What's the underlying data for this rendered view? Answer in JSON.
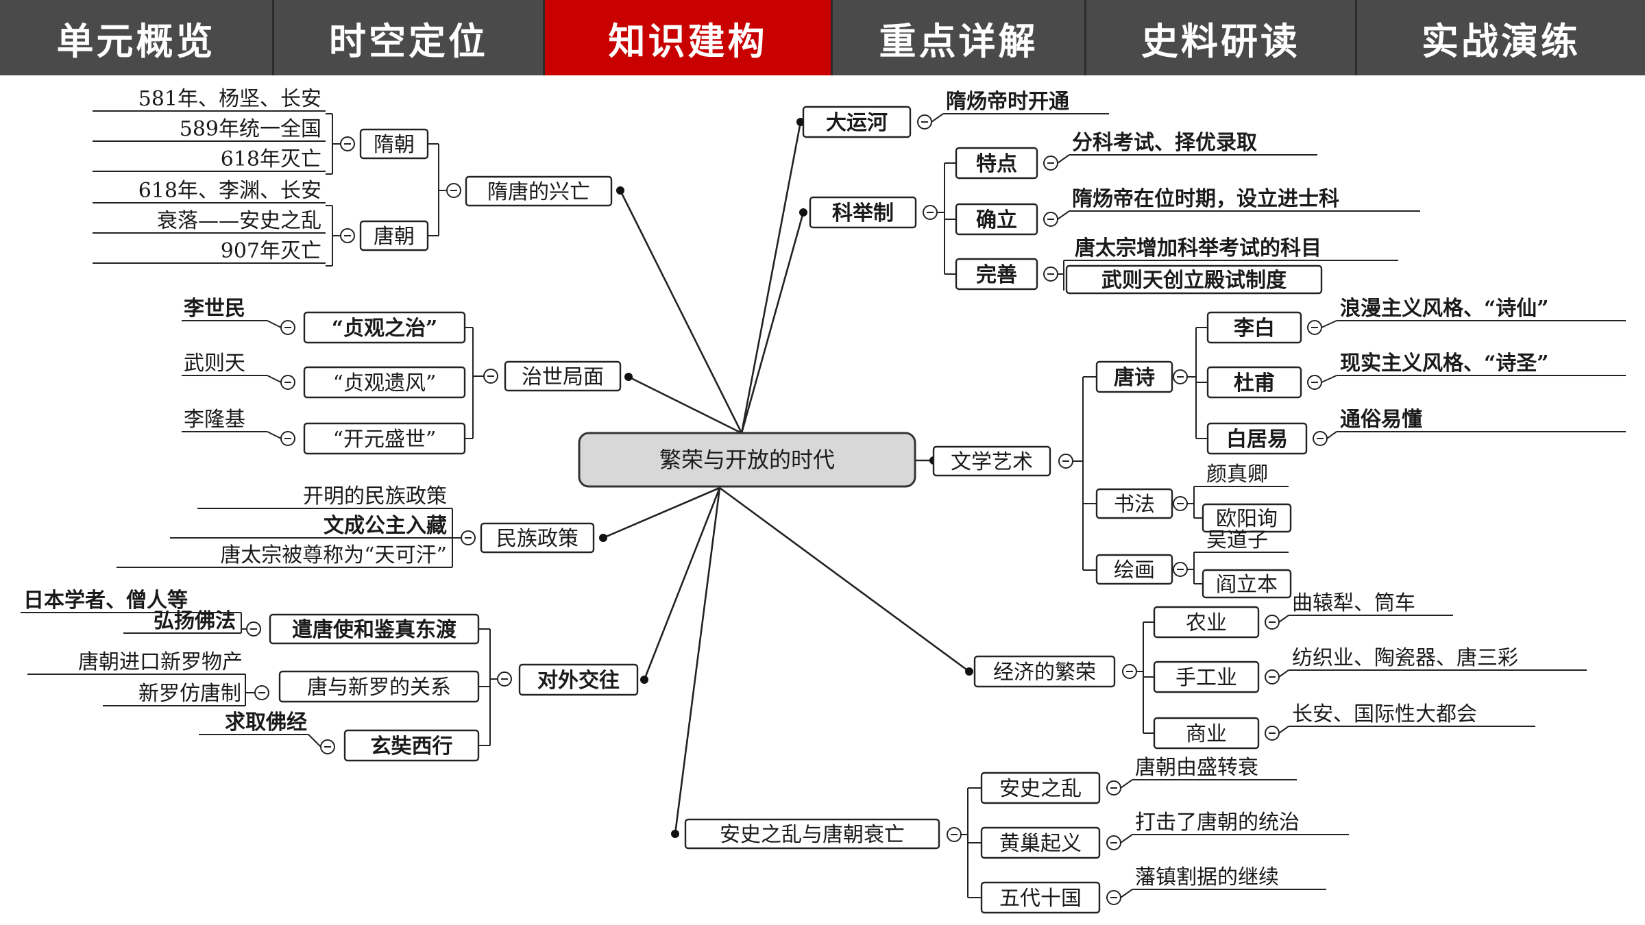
{
  "tabs": [
    {
      "label": "单元概览"
    },
    {
      "label": "时空定位"
    },
    {
      "label": "知识建构",
      "active": true
    },
    {
      "label": "重点详解"
    },
    {
      "label": "史料研读"
    },
    {
      "label": "实战演练"
    }
  ],
  "colors": {
    "nav_bg": "#4a4a4a",
    "active_tab": "#c80000",
    "center_fill": "#d8d8d8"
  },
  "mindmap": {
    "center": "繁荣与开放的时代",
    "sui_tang": {
      "label": "隋唐的兴亡",
      "sui": {
        "label": "隋朝",
        "items": [
          "581年、杨坚、长安",
          "589年统一全国",
          "618年灭亡"
        ]
      },
      "tang": {
        "label": "唐朝",
        "items": [
          "618年、李渊、长安",
          "衰落——安史之乱",
          "907年灭亡"
        ]
      }
    },
    "zhishi": {
      "label": "治世局面",
      "items": [
        {
          "label": "“贞观之治”",
          "person": "李世民"
        },
        {
          "label": "“贞观遗风”",
          "person": "武则天"
        },
        {
          "label": "“开元盛世”",
          "person": "李隆基"
        }
      ]
    },
    "minzu": {
      "label": "民族政策",
      "items": [
        "开明的民族政策",
        "文成公主入藏",
        "唐太宗被尊称为“天可汗”"
      ]
    },
    "duiwai": {
      "label": "对外交往",
      "qiantang": {
        "label": "遣唐使和鉴真东渡",
        "items": [
          "日本学者、僧人等",
          "弘扬佛法"
        ]
      },
      "xinluo": {
        "label": "唐与新罗的关系",
        "items": [
          "唐朝进口新罗物产",
          "新罗仿唐制"
        ]
      },
      "xuanzang": {
        "label": "玄奘西行",
        "items": [
          "求取佛经"
        ]
      }
    },
    "yunhe": {
      "label": "大运河",
      "detail": "隋炀帝时开通"
    },
    "keju": {
      "label": "科举制",
      "tedian": {
        "label": "特点",
        "detail": "分科考试、择优录取"
      },
      "queli": {
        "label": "确立",
        "detail": "隋炀帝在位时期，设立进士科"
      },
      "wanshan": {
        "label": "完善",
        "details": [
          "唐太宗增加科举考试的科目",
          "武则天创立殿试制度"
        ]
      }
    },
    "wenxue": {
      "label": "文学艺术",
      "tangshi": {
        "label": "唐诗",
        "poets": [
          {
            "name": "李白",
            "detail": "浪漫主义风格、“诗仙”"
          },
          {
            "name": "杜甫",
            "detail": "现实主义风格、“诗圣”"
          },
          {
            "name": "白居易",
            "detail": "通俗易懂"
          }
        ]
      },
      "shufa": {
        "label": "书法",
        "items": [
          "颜真卿",
          "欧阳询"
        ]
      },
      "huihua": {
        "label": "绘画",
        "items": [
          "吴道子",
          "阎立本"
        ]
      }
    },
    "jingji": {
      "label": "经济的繁荣",
      "nongye": {
        "label": "农业",
        "detail": "曲辕犁、筒车"
      },
      "shougongye": {
        "label": "手工业",
        "detail": "纺织业、陶瓷器、唐三彩"
      },
      "shangye": {
        "label": "商业",
        "detail": "长安、国际性大都会"
      }
    },
    "anshi": {
      "label": "安史之乱与唐朝衰亡",
      "anshizhiluan": {
        "label": "安史之乱",
        "detail": "唐朝由盛转衰"
      },
      "huangchao": {
        "label": "黄巢起义",
        "detail": "打击了唐朝的统治"
      },
      "wudai": {
        "label": "五代十国",
        "detail": "藩镇割据的继续"
      }
    }
  }
}
